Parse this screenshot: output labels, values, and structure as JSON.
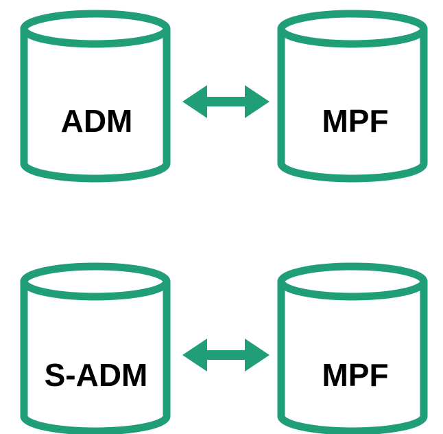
{
  "colors": {
    "accent": "#1f9e78",
    "text": "#000000",
    "background": "#ffffff"
  },
  "icons": {
    "database": "database-cylinder-icon",
    "connector": "double-arrow-icon"
  },
  "rows": [
    {
      "left": {
        "label": "ADM"
      },
      "right": {
        "label": "MPF"
      },
      "connector": "bidirectional"
    },
    {
      "left": {
        "label": "S-ADM"
      },
      "right": {
        "label": "MPF"
      },
      "connector": "bidirectional"
    }
  ]
}
